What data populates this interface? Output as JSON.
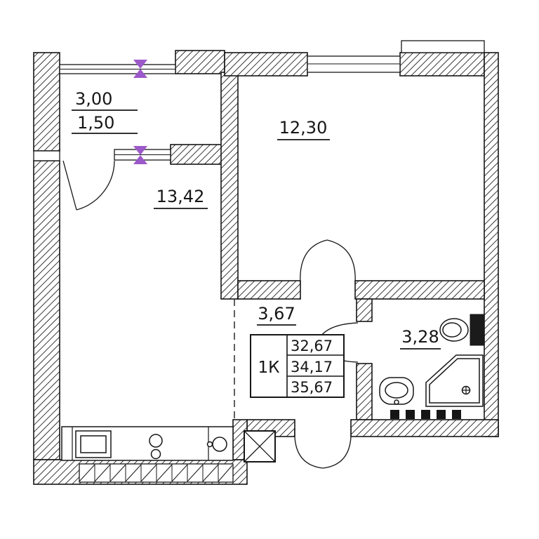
{
  "colors": {
    "wall": "#161616",
    "line": "#1a1a1a",
    "valve": "#9c59c9",
    "background": "#ffffff"
  },
  "rooms": {
    "balcony": {
      "area_upper": "3,00",
      "area_lower": "1,50"
    },
    "bedroom": {
      "area": "12,30"
    },
    "living": {
      "area": "13,42"
    },
    "hallway": {
      "area": "3,67"
    },
    "bathroom": {
      "area": "3,28"
    }
  },
  "legend": {
    "unit_type": "1К",
    "row1": "32,67",
    "row2": "34,17",
    "row3": "35,67"
  },
  "icons": {
    "valve": "heating-valve",
    "vent": "vent-shaft-crossed-box",
    "toilet": "toilet",
    "washbasin": "washbasin",
    "shower": "corner-shower",
    "stove": "kitchen-appliance",
    "kitchen_sink": "kitchen-sink"
  }
}
